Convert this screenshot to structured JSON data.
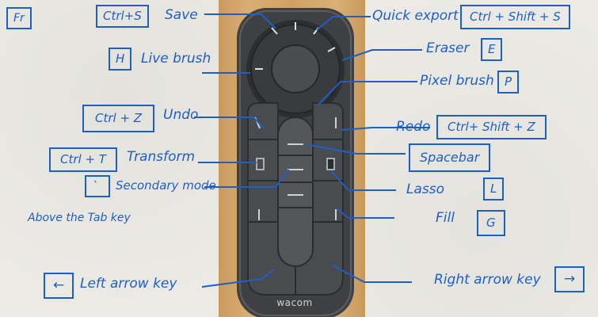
{
  "corner_key": "Fr",
  "left": [
    {
      "key": "Ctrl+S",
      "action": "Save"
    },
    {
      "key": "H",
      "action": "Live brush"
    },
    {
      "key": "Ctrl + Z",
      "action": "Undo"
    },
    {
      "key": "Ctrl + T",
      "action": "Transform"
    },
    {
      "key": "`",
      "action": "Secondary mode"
    },
    {
      "note": "Above the Tab key"
    },
    {
      "key": "←",
      "action": "Left arrow key"
    }
  ],
  "right": [
    {
      "key": "Ctrl + Shift + S",
      "action": "Quick export"
    },
    {
      "key": "E",
      "action": "Eraser"
    },
    {
      "key": "P",
      "action": "Pixel brush"
    },
    {
      "key": "Ctrl+ Shift + Z",
      "action": "Redo"
    },
    {
      "key": "Spacebar",
      "action": ""
    },
    {
      "key": "L",
      "action": "Lasso"
    },
    {
      "key": "G",
      "action": "Fill"
    },
    {
      "key": "→",
      "action": "Right arrow key"
    }
  ],
  "device_brand": "wacom",
  "colors": {
    "ink": "#1f5fc4",
    "paper": "#ebeae4",
    "wood": "#cfa264",
    "device": "#46474a"
  }
}
